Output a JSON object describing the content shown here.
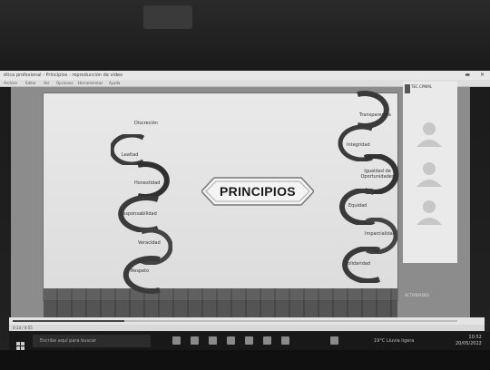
{
  "window": {
    "title": "ética profesional - Principios - reproducción de vídeo",
    "menu": [
      "Archivo",
      "Editar",
      "Ver",
      "Opciones",
      "Herramientas",
      "Ayuda"
    ]
  },
  "slide": {
    "center_title": "PRINCIPIOS",
    "left_labels": [
      "Discreción",
      "Lealtad",
      "Honestidad",
      "Responsabilidad",
      "Veracidad",
      "Respeto"
    ],
    "right_labels": [
      "Transparencia",
      "Integridad",
      "Igualdad de Oportunidades",
      "Equidad",
      "Imparcialidad",
      "Solidaridad"
    ]
  },
  "participants": {
    "header": "TEC CPNML"
  },
  "watermark": "ACTIVIDADES",
  "video": {
    "progress": 0.25,
    "time": "0:14 / 0:55"
  },
  "taskbar": {
    "search_placeholder": "Escribe aquí para buscar",
    "weather": "19°C Lluvia ligera",
    "time": "10:52",
    "date": "20/05/2022"
  },
  "colors": {
    "arc_dark": "#3b3b3b",
    "slide_bg": "#e3e3e3",
    "taskbar": "#181818"
  }
}
